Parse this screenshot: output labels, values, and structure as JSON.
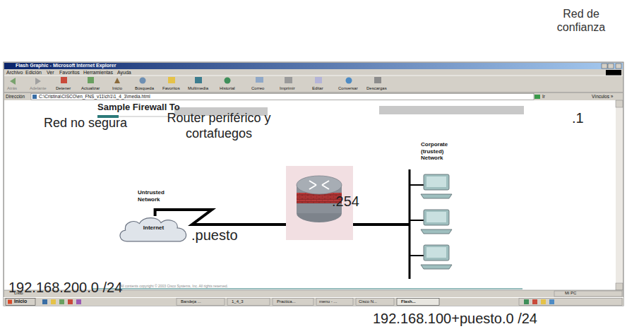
{
  "diagram": {
    "nodes": [
      {
        "text": [
          "Internet"
        ]
      },
      {
        "text": [
          "Router periférico y cortafuegos"
        ]
      },
      {
        "text": [
          "Corporate (trusted) Network"
        ]
      }
    ],
    "edges": [
      {
        "from": 0,
        "to": 1,
        "arrow": "none"
      },
      {
        "from": 1,
        "to": 2,
        "arrow": "none"
      }
    ],
    "labels": [
      "Red de confianza",
      "Flash Graphic - Microsoft Internet Explorer",
      "Archivo",
      "Edición",
      "Ver",
      "Favoritos",
      "Herramientas",
      "Ayuda",
      "Atrás",
      "Adelante",
      "Detener",
      "Actualizar",
      "Inicio",
      "Búsqueda",
      "Favoritos",
      "Multimedia",
      "Historial",
      "Correo",
      "Imprimir",
      "Editar",
      "Conversar",
      "Descargas",
      "Dirección",
      "C:\\Cristina\\CISCO\\en_FNS_v11\\ch1\\1_4_3\\media.html",
      "Ir",
      "Vínculos »",
      "Sample Firewall To",
      "Red no segura",
      ".1",
      "Untrusted Network",
      ".254",
      ".puesto",
      "192.168.200.0 /24",
      "All contents copyright © 2003 Cisco Systems, Inc. All rights reserved.",
      "Listo",
      "Mi PC",
      "Inicio",
      "Bandeja ...",
      "1_4_3",
      "Practica...",
      "menu - ...",
      "Cisco N...",
      "Flash...",
      "192.168.100+puesto.0 /24"
    ]
  }
}
